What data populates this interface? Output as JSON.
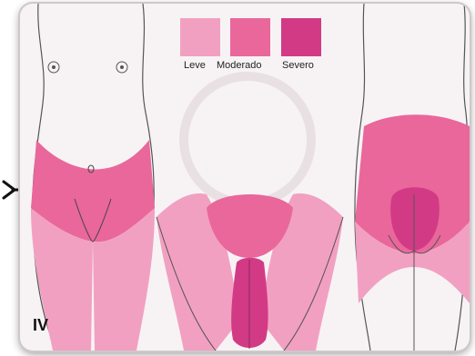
{
  "colors": {
    "leve": "#f2a0c1",
    "moderado": "#e9679b",
    "severo": "#d23a86"
  },
  "legend": {
    "items": [
      {
        "label": "Leve",
        "color": "#f2a0c1"
      },
      {
        "label": "Moderado",
        "color": "#e9679b"
      },
      {
        "label": "Severo",
        "color": "#d23a86"
      }
    ]
  },
  "stage_label": "IV",
  "icons": {
    "arrow": "arrow-right-icon"
  }
}
